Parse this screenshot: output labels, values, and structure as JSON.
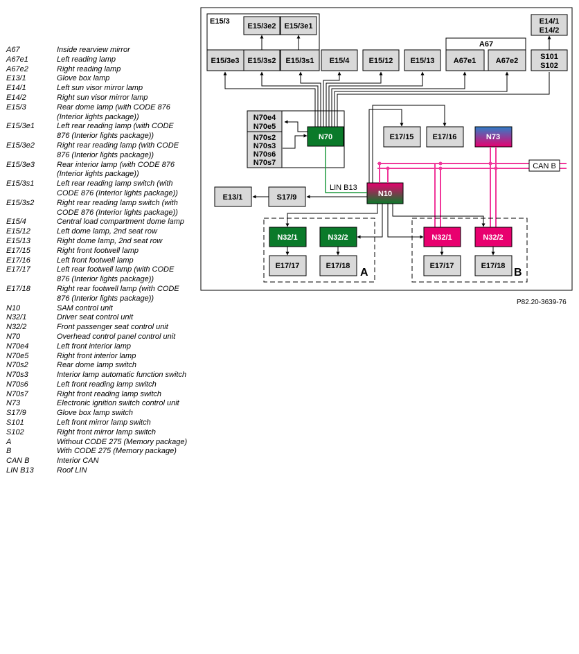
{
  "legend": [
    {
      "code": "A67",
      "desc": "Inside rearview mirror"
    },
    {
      "code": "A67e1",
      "desc": "Left reading lamp"
    },
    {
      "code": "A67e2",
      "desc": "Right reading lamp"
    },
    {
      "code": "E13/1",
      "desc": "Glove box lamp"
    },
    {
      "code": "E14/1",
      "desc": "Left sun visor mirror lamp"
    },
    {
      "code": "E14/2",
      "desc": "Right sun visor mirror lamp"
    },
    {
      "code": "E15/3",
      "desc": "Rear dome lamp (with CODE 876 (Interior lights package))"
    },
    {
      "code": "E15/3e1",
      "desc": "Left rear reading lamp (with CODE 876 (Interior lights package))"
    },
    {
      "code": "E15/3e2",
      "desc": "Right rear reading lamp (with CODE 876 (Interior lights package))"
    },
    {
      "code": "E15/3e3",
      "desc": "Rear interior lamp (with CODE 876 (Interior lights package))"
    },
    {
      "code": "E15/3s1",
      "desc": "Left rear reading lamp switch (with CODE 876 (Interior lights package))"
    },
    {
      "code": "E15/3s2",
      "desc": "Right rear reading lamp switch (with CODE 876 (Interior lights package))"
    },
    {
      "code": "E15/4",
      "desc": "Central load compartment dome lamp"
    },
    {
      "code": "E15/12",
      "desc": "Left dome lamp, 2nd seat row"
    },
    {
      "code": "E15/13",
      "desc": "Right dome lamp, 2nd seat row"
    },
    {
      "code": "E17/15",
      "desc": "Right front footwell lamp"
    },
    {
      "code": "E17/16",
      "desc": "Left front footwell lamp"
    },
    {
      "code": "E17/17",
      "desc": "Left rear footwell lamp (with CODE 876 (Interior lights package))"
    },
    {
      "code": "E17/18",
      "desc": "Right rear footwell lamp (with CODE 876 (Interior lights package))"
    },
    {
      "code": "N10",
      "desc": "SAM control unit"
    },
    {
      "code": "N32/1",
      "desc": "Driver seat control unit"
    },
    {
      "code": "N32/2",
      "desc": "Front passenger seat control unit"
    },
    {
      "code": "N70",
      "desc": "Overhead control panel control unit"
    },
    {
      "code": "N70e4",
      "desc": "Left front interior lamp"
    },
    {
      "code": "N70e5",
      "desc": "Right front interior lamp"
    },
    {
      "code": "N70s2",
      "desc": "Rear dome lamp switch"
    },
    {
      "code": "N70s3",
      "desc": "Interior lamp automatic function switch"
    },
    {
      "code": "N70s6",
      "desc": "Left front reading lamp switch"
    },
    {
      "code": "N70s7",
      "desc": "Right front reading lamp switch"
    },
    {
      "code": "N73",
      "desc": "Electronic ignition switch control unit"
    },
    {
      "code": "S17/9",
      "desc": "Glove box lamp switch"
    },
    {
      "code": "S101",
      "desc": "Left front mirror lamp switch"
    },
    {
      "code": "S102",
      "desc": "Right front mirror lamp switch"
    },
    {
      "code": "A",
      "desc": "Without CODE 275 (Memory package)"
    },
    {
      "code": "B",
      "desc": "With CODE 275 (Memory package)"
    },
    {
      "code": "CAN B",
      "desc": "Interior CAN"
    },
    {
      "code": "LIN B13",
      "desc": "Roof LIN"
    }
  ],
  "diagram": {
    "e153": "E15/3",
    "e153e2": "E15/3e2",
    "e153e1": "E15/3e1",
    "e153e3": "E15/3e3",
    "e153s2": "E15/3s2",
    "e153s1": "E15/3s1",
    "e154": "E15/4",
    "e1512": "E15/12",
    "e1513": "E15/13",
    "a67": "A67",
    "a67e1": "A67e1",
    "a67e2": "A67e2",
    "e141": "E14/1",
    "e142": "E14/2",
    "s101": "S101",
    "s102": "S102",
    "n70e4": "N70e4",
    "n70e5": "N70e5",
    "n70s2": "N70s2",
    "n70s3": "N70s3",
    "n70s6": "N70s6",
    "n70s7": "N70s7",
    "n70": "N70",
    "e1715": "E17/15",
    "e1716": "E17/16",
    "n73": "N73",
    "can_b": "CAN B",
    "lin_b13": "LIN B13",
    "e131": "E13/1",
    "s179": "S17/9",
    "n10": "N10",
    "n321": "N32/1",
    "n322": "N32/2",
    "e1717": "E17/17",
    "e1718": "E17/18",
    "group_a": "A",
    "group_b": "B"
  },
  "figure_ref": "P82.20-3639-76",
  "colors": {
    "box_fill": "#d9d9d9",
    "control_green": "#0a7a2a",
    "seat_magenta": "#e8006f",
    "can_line": "#f0379a",
    "lin_line": "#1e9a3e",
    "n73_top": "#2f7fc8"
  }
}
